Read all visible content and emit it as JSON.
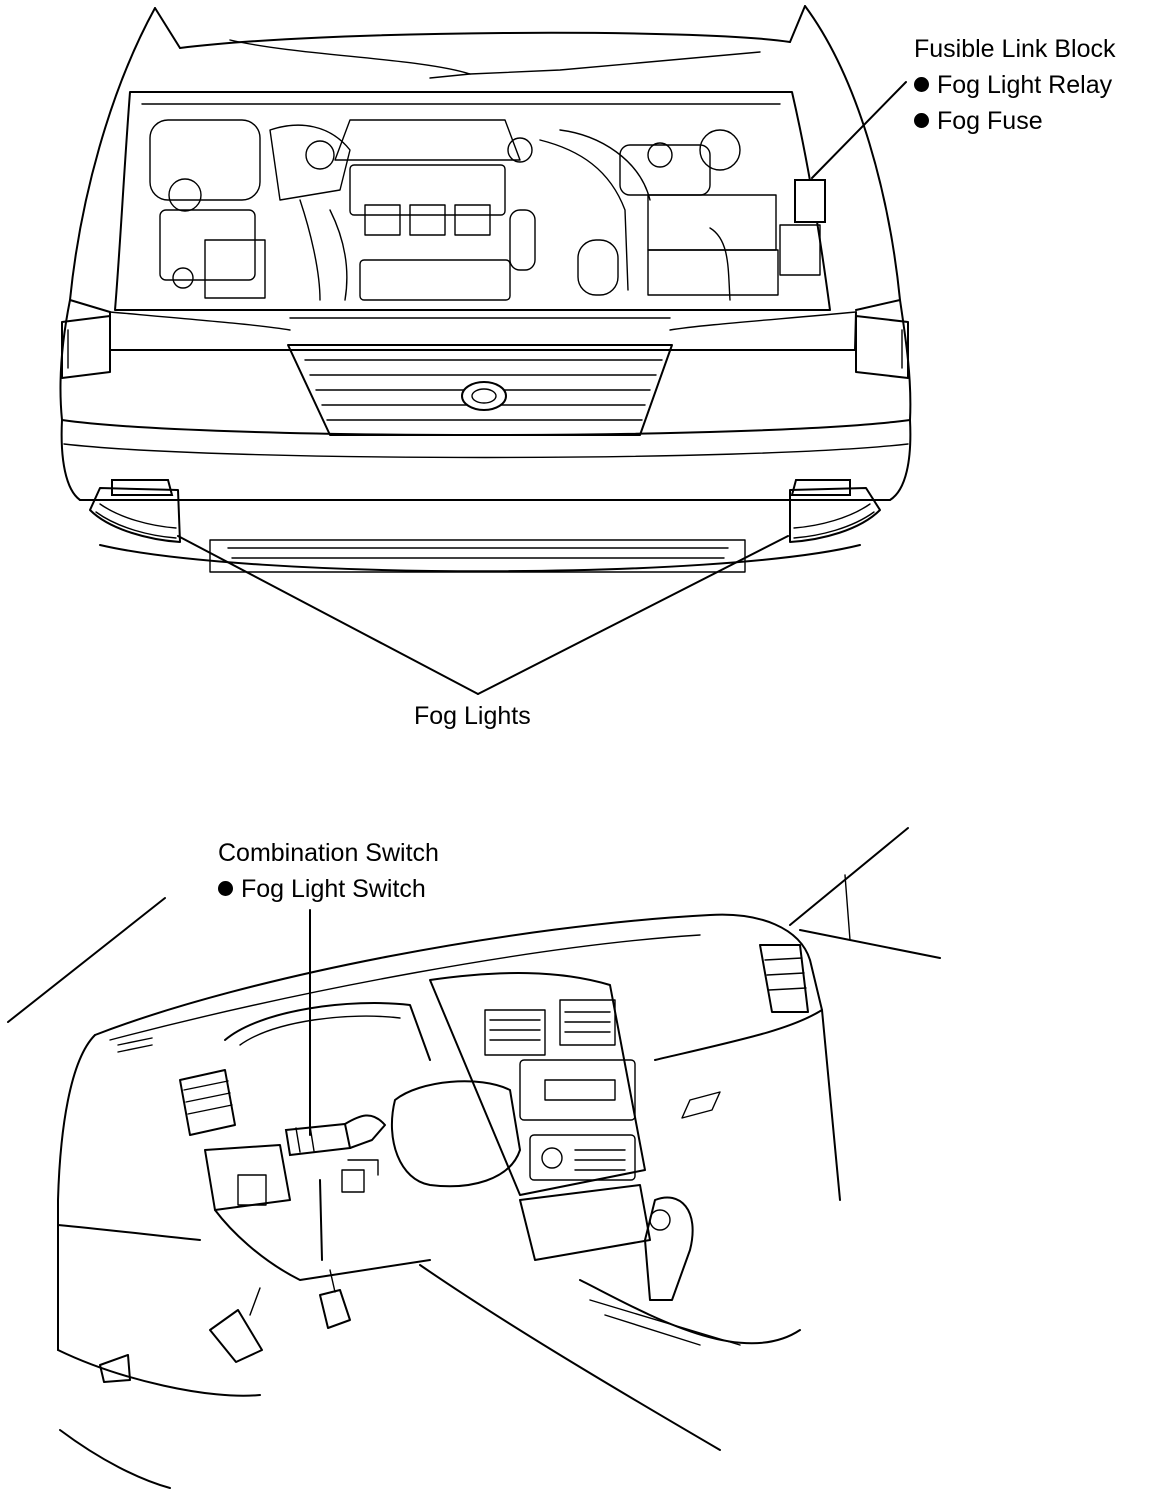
{
  "labels": {
    "fusible_link_block": {
      "title": "Fusible Link Block",
      "items": [
        "Fog Light Relay",
        "Fog Fuse"
      ]
    },
    "fog_lights": {
      "title": "Fog Lights"
    },
    "combination_switch": {
      "title": "Combination Switch",
      "items": [
        "Fog Light Switch"
      ]
    }
  },
  "colors": {
    "line": "#000000",
    "background": "#ffffff"
  },
  "icons": {
    "list_bullet": "filled-circle"
  }
}
